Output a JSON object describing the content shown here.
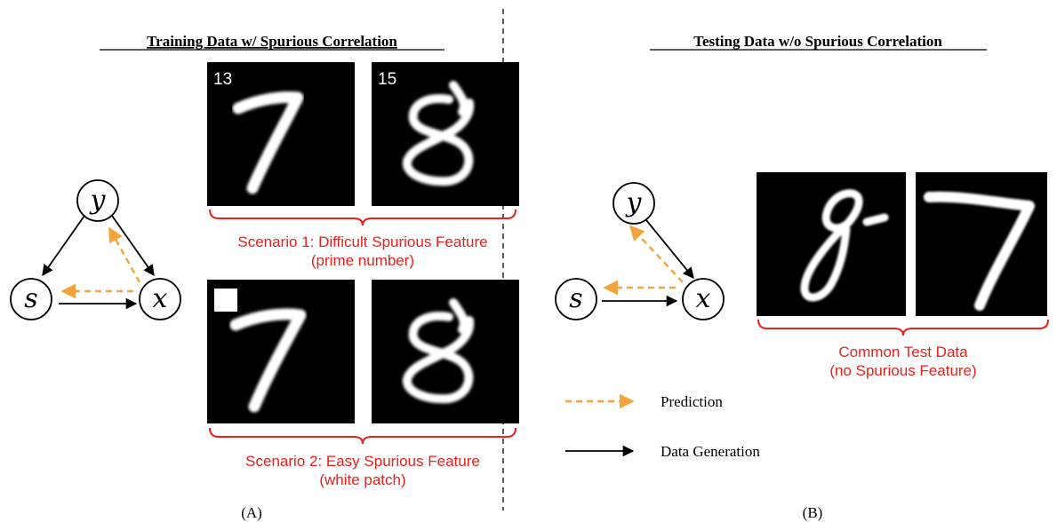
{
  "panel_a": {
    "heading": "Training Data w/ Spurious Correlation",
    "panel_label": "(A)",
    "graph": {
      "node_y": "y",
      "node_s": "s",
      "node_x": "x"
    },
    "scenario1": {
      "digit_a_number": "13",
      "digit_b_number": "15",
      "caption_line1": "Scenario 1: Difficult Spurious Feature",
      "caption_line2": "(prime number)"
    },
    "scenario2": {
      "caption_line1": "Scenario 2: Easy Spurious Feature",
      "caption_line2": "(white patch)"
    }
  },
  "panel_b": {
    "heading": "Testing Data w/o Spurious Correlation",
    "panel_label": "(B)",
    "graph": {
      "node_y": "y",
      "node_s": "s",
      "node_x": "x"
    },
    "test_caption_line1": "Common Test Data",
    "test_caption_line2": "(no Spurious Feature)"
  },
  "legend": {
    "prediction": "Prediction",
    "data_generation": "Data Generation"
  },
  "colors": {
    "caption_red": "#e8211a",
    "prediction_orange": "#f4a43c",
    "generation_black": "#000000",
    "divider": "#333333"
  }
}
